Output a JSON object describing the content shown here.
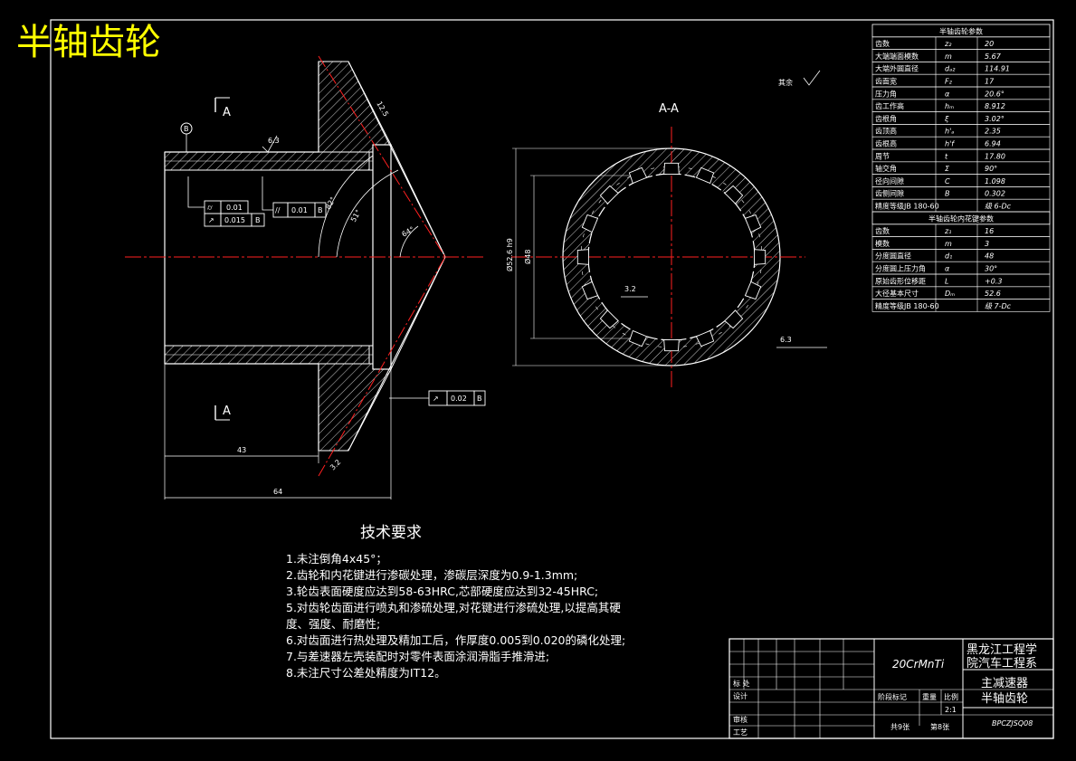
{
  "title": "半轴齿轮",
  "view_label": "A-A",
  "section_marks": [
    "A",
    "A"
  ],
  "datum_b": "B",
  "roughness": {
    "general": "其余",
    "r1": "6.3",
    "r2": "12.5",
    "r3": "3.2",
    "r4": "6.3",
    "r5": "3.2"
  },
  "tolerances": {
    "t1": {
      "symbol": "⌭",
      "value": "0.01"
    },
    "t2": {
      "symbol": "↗",
      "value": "0.015",
      "datum": "B"
    },
    "t3": {
      "symbol": "//",
      "value": "0.01",
      "datum": "B"
    },
    "t4": {
      "symbol": "↗",
      "value": "0.02",
      "datum": "B"
    }
  },
  "dimensions": {
    "d43": "43",
    "d64": "64",
    "ang1": "82°",
    "ang2": "51°",
    "ang3": "64°",
    "dia1": "Ø48",
    "dia2": "Ø52.6 h9"
  },
  "gear_params": {
    "header1": "半轴齿轮参数",
    "rows1": [
      [
        "齿数",
        "z₂",
        "20"
      ],
      [
        "大端端面模数",
        "m",
        "5.67"
      ],
      [
        "大端外圆直径",
        "dₐ₂",
        "114.91"
      ],
      [
        "齿面宽",
        "F₂",
        "17"
      ],
      [
        "压力角",
        "α",
        "20.6°"
      ],
      [
        "齿工作高",
        "hₘ",
        "8.912"
      ],
      [
        "齿根角",
        "ξ",
        "3.02°"
      ],
      [
        "齿顶高",
        "h'ₐ",
        "2.35"
      ],
      [
        "齿根高",
        "h'f",
        "6.94"
      ],
      [
        "周节",
        "t",
        "17.80"
      ],
      [
        "轴交角",
        "Σ",
        "90°"
      ],
      [
        "径向间隙",
        "C",
        "1.098"
      ],
      [
        "齿侧间隙",
        "B",
        "0.302"
      ],
      [
        "精度等级JB 180-60",
        "",
        "级 6-Dc"
      ]
    ],
    "header2": "半轴齿轮内花键参数",
    "rows2": [
      [
        "齿数",
        "z₁",
        "16"
      ],
      [
        "模数",
        "m",
        "3"
      ],
      [
        "分度圆直径",
        "d₁",
        "48"
      ],
      [
        "分度圆上压力角",
        "α",
        "30°"
      ],
      [
        "原始齿形位移距",
        "L",
        "+0.3"
      ],
      [
        "大径基本尺寸",
        "Dₘ",
        "52.6"
      ],
      [
        "精度等级JB 180-60",
        "",
        "级 7-Dc"
      ]
    ]
  },
  "tech_requirements": {
    "heading": "技术要求",
    "items": [
      "1.未注倒角4x45°；",
      "2.齿轮和内花键进行渗碳处理，渗碳层深度为0.9-1.3mm;",
      "3.轮齿表面硬度应达到58-63HRC,芯部硬度应达到32-45HRC;",
      "5.对齿轮齿面进行喷丸和渗硫处理,对花键进行渗硫处理,以提高其硬",
      "  度、强度、耐磨性;",
      "6.对齿面进行热处理及精加工后，作厚度0.005到0.020的磷化处理;",
      "7.与差速器左壳装配时对零件表面涂润滑脂手推滑进;",
      "8.未注尺寸公差处精度为IT12。"
    ]
  },
  "title_block": {
    "material": "20CrMnTi",
    "school": "黑龙江工程学院汽车工程系",
    "school_line1": "黑龙江工程学",
    "school_line2": "院汽车工程系",
    "product_line1": "主减速器",
    "product_line2": "半轴齿轮",
    "code": "BPCZJSQ08",
    "mark": "标 处",
    "design": "设计",
    "review": "审核",
    "process": "工艺",
    "stage": "阶段标记",
    "weight": "重量",
    "scale": "比例",
    "scale_value": "2:1",
    "sheets_total": "共9张",
    "sheet_no": "第8张"
  }
}
